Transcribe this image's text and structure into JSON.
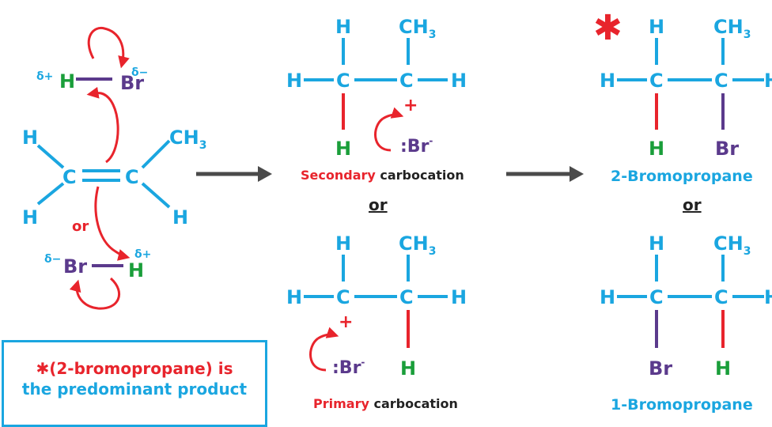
{
  "colors": {
    "blue": "#1aa6e0",
    "red": "#e8242c",
    "green": "#1a9e3a",
    "purple": "#5b3a8c",
    "dark": "#222222",
    "arrow_gray": "#4a4a4a"
  },
  "atoms": {
    "H": "H",
    "C": "C",
    "Br": "Br",
    "CH": "CH",
    "sub3": "3",
    "bromide": ":Br",
    "minus": "-",
    "plus": "+",
    "delta_plus": "δ+",
    "delta_minus": "δ−"
  },
  "labels": {
    "or": "or",
    "secondary_word": "Secondary",
    "primary_word": "Primary",
    "carbocation": " carbocation",
    "product_2": "2-Bromopropane",
    "product_1": "1-Bromopropane"
  },
  "icons": {
    "asterisk": "✱"
  },
  "note": {
    "star": "✱",
    "line1": "(2-bromopropane) is",
    "line2": "the predominant product"
  }
}
